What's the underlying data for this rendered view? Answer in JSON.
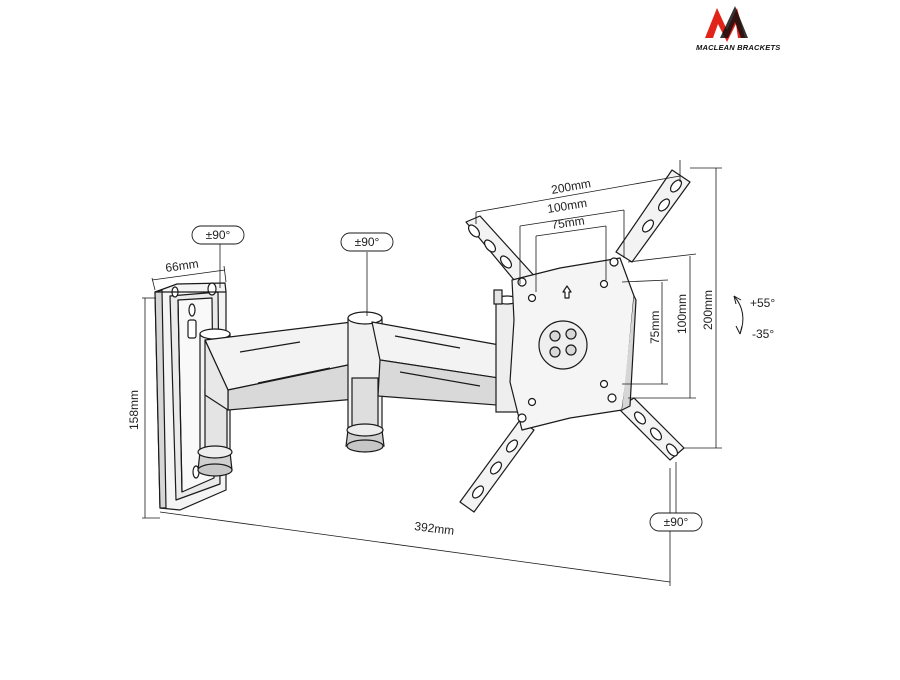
{
  "brand": {
    "name": "MACLEAN BRACKETS",
    "logo_color": "#e2231a"
  },
  "dimensions": {
    "plate_width": "66mm",
    "plate_height": "158mm",
    "extension": "392mm",
    "vesa_outer_h": "200mm",
    "vesa_mid_h": "100mm",
    "vesa_inner_h": "75mm",
    "vesa_outer_v": "200mm",
    "vesa_mid_v": "100mm",
    "vesa_inner_v": "75mm"
  },
  "rotation": {
    "wall_swivel": "±90°",
    "arm_swivel": "±90°",
    "head_swivel": "±90°",
    "tilt_up": "+55°",
    "tilt_down": "-35°"
  },
  "colors": {
    "line": "#1a1a1a",
    "fill_light": "#f4f4f4",
    "fill_dark": "#cfcfcf"
  }
}
